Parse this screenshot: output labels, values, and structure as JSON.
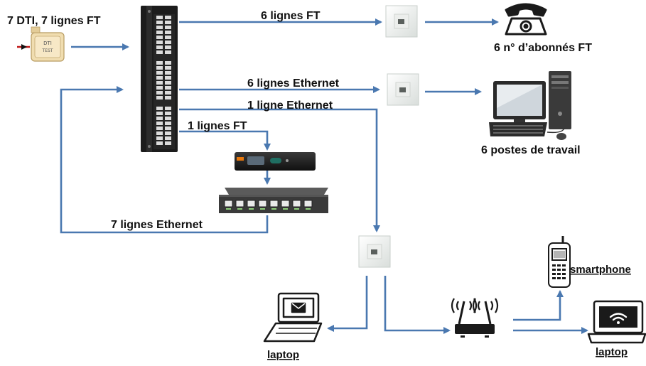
{
  "labels": {
    "dti": "7 DTI, 7 lignes FT",
    "lines_ft_6": "6 lignes FT",
    "subscribers": "6 n° d’abonnés FT",
    "lines_eth_6": "6  lignes Ethernet",
    "line_eth_1": "1  ligne Ethernet",
    "line_ft_1": "1 lignes FT",
    "workstations": "6 postes de travail",
    "lines_eth_7": "7  lignes Ethernet",
    "smartphone": "smartphone",
    "laptop_left": "laptop",
    "laptop_right": "laptop"
  },
  "dti_plate": {
    "line1": "DTI",
    "line2": "TEST"
  },
  "colors": {
    "arrow": "#4a78b0",
    "panel": "#1c1c1c",
    "port": "#dcdcdc",
    "dti_plate": "#f0ddb0"
  },
  "icons": [
    "dti-plug-icon",
    "patch-panel-icon",
    "wall-socket-icon",
    "telephone-icon",
    "desktop-computer-icon",
    "router-box-icon",
    "network-switch-icon",
    "laptop-email-icon",
    "wifi-router-icon",
    "mobile-phone-icon",
    "laptop-wifi-icon"
  ]
}
